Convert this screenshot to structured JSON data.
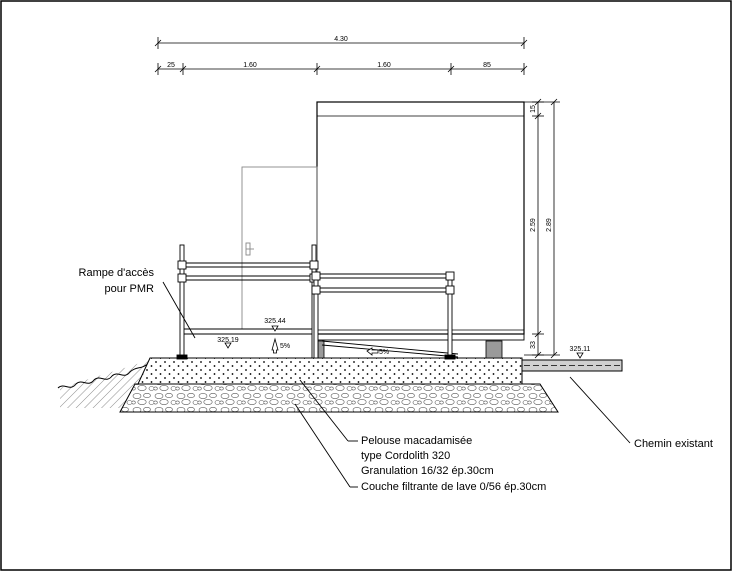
{
  "dimensions": {
    "total_width": "4.30",
    "segments": [
      "25",
      "1.60",
      "1.60",
      "85"
    ],
    "vertical_inner": [
      "15",
      "2.59",
      "33"
    ],
    "vertical_total": "2.89"
  },
  "levels": {
    "ramp_start": "325.19",
    "ramp_top": "325.44",
    "path": "325.11",
    "slope_ramp": "5%",
    "slope_ground": "5%"
  },
  "labels": {
    "ramp_line1": "Rampe d'accès",
    "ramp_line2": "pour PMR",
    "lawn_line1": "Pelouse macadamisée",
    "lawn_line2": "type Cordolith 320",
    "lawn_line3": "Granulation 16/32 ép.30cm",
    "filter_layer": "Couche filtrante de lave 0/56 ép.30cm",
    "existing_path": "Chemin existant"
  }
}
